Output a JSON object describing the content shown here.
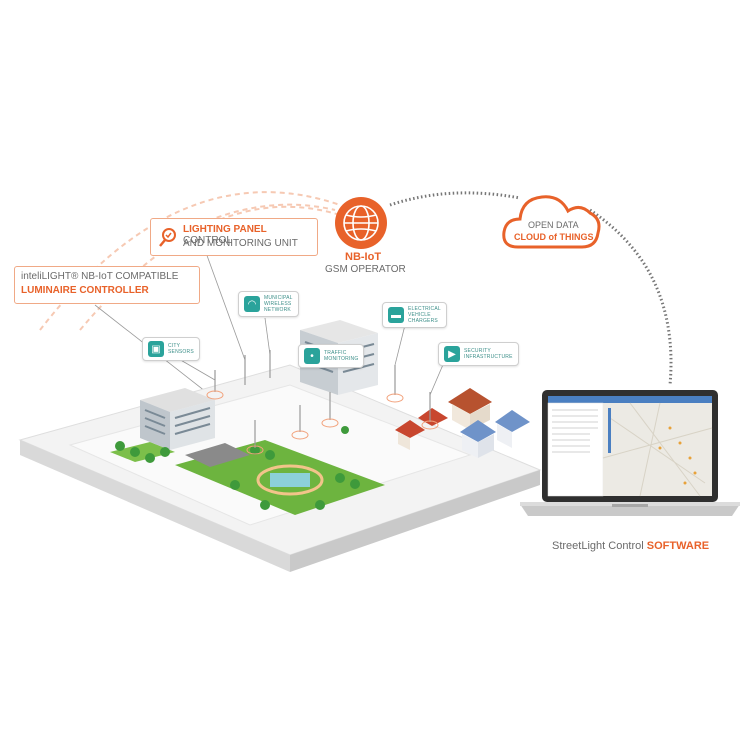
{
  "luminaire": {
    "line1": "inteliLIGHT® NB-IoT COMPATIBLE",
    "line2": "LUMINAIRE CONTROLLER"
  },
  "panel": {
    "bold": "LIGHTING PANEL",
    "rest": " CONTROL",
    "line2": "AND MONITORING UNIT"
  },
  "operator": {
    "line1": "NB-IoT",
    "line2": "GSM OPERATOR"
  },
  "cloud": {
    "line1": "OPEN DATA",
    "line2": "CLOUD of THINGS"
  },
  "callouts": {
    "municipal": [
      "MUNICIPAL",
      "WIRELESS",
      "NETWORK"
    ],
    "ev": [
      "ELECTRICAL",
      "VEHICLE",
      "CHARGERS"
    ],
    "city": [
      "CITY",
      "SENSORS"
    ],
    "traffic": [
      "TRAFFIC",
      "MONITORING"
    ],
    "security": [
      "SECURITY",
      "INFRASTRUCTURE"
    ]
  },
  "software": {
    "plain": "StreetLight Control ",
    "bold": "SOFTWARE"
  },
  "colors": {
    "accent": "#e8622a",
    "teal": "#2aa39b"
  }
}
